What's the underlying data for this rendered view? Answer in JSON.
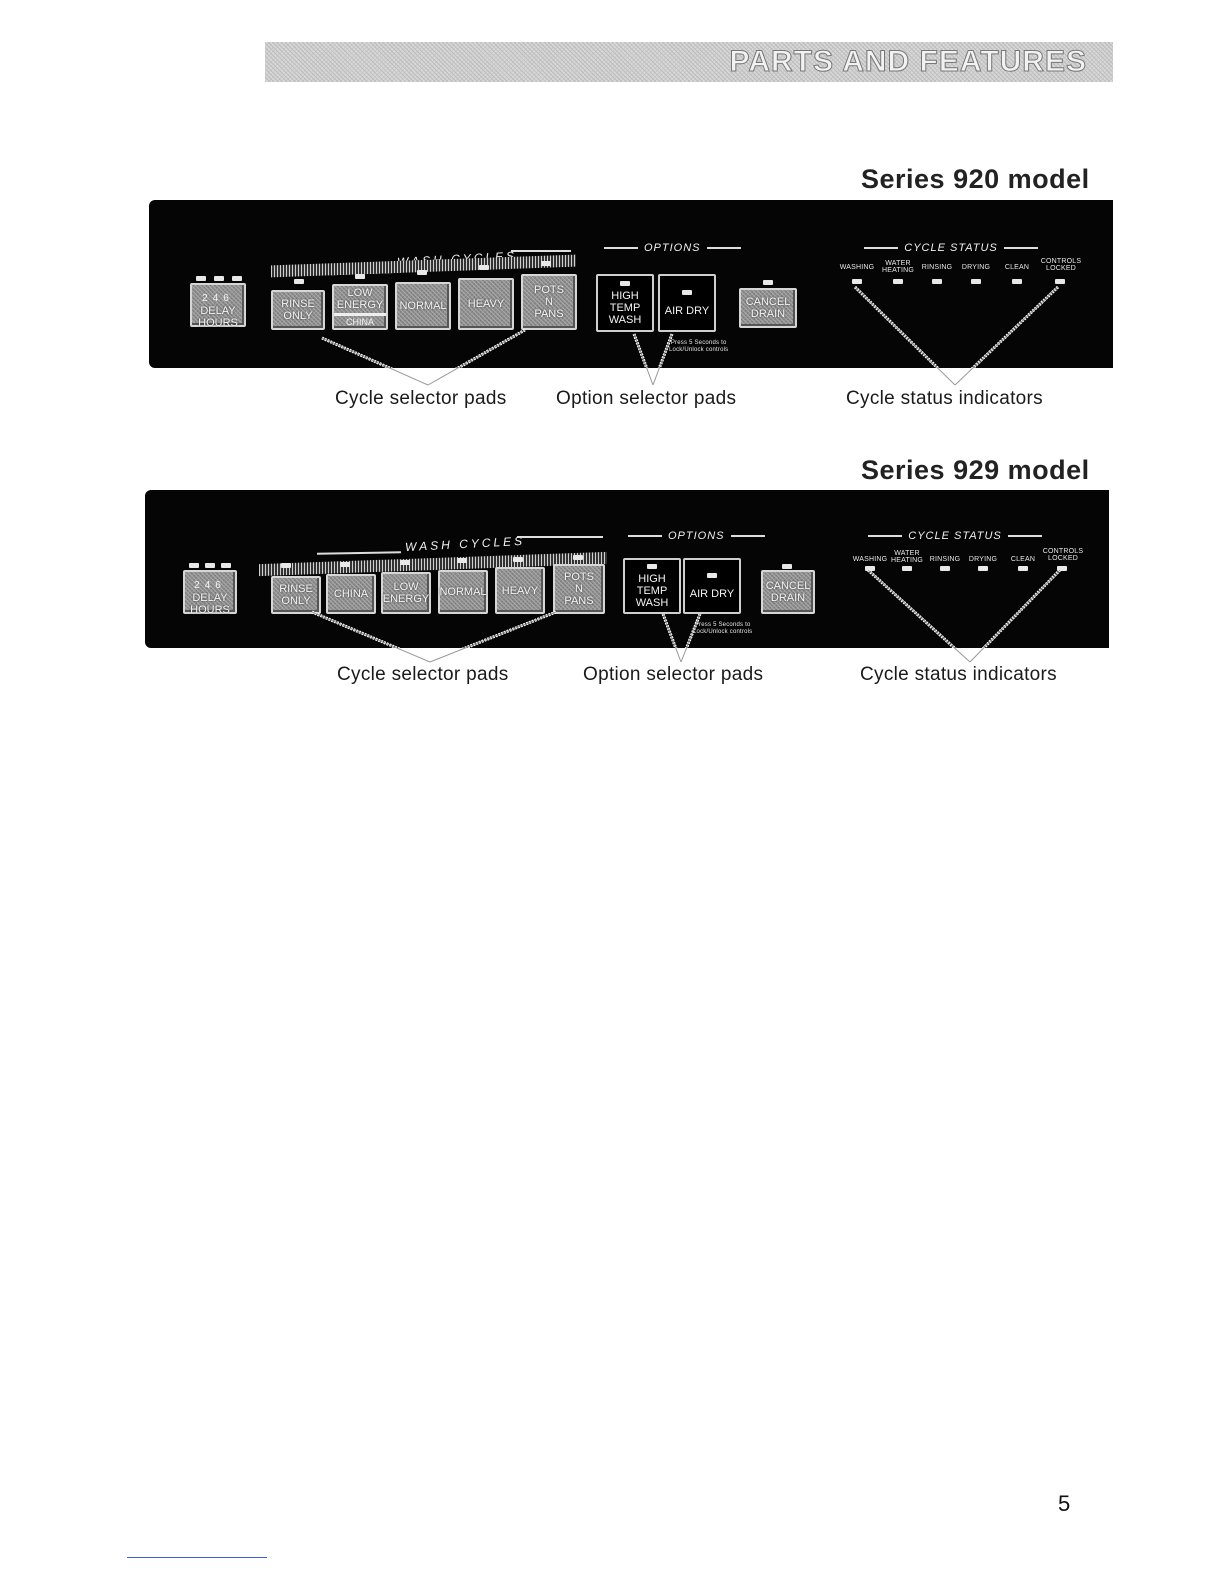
{
  "header": {
    "title": "PARTS AND FEATURES"
  },
  "panels": [
    {
      "model_title": "Series 920 model",
      "delay": {
        "numbers": [
          "2",
          "4",
          "6"
        ],
        "label": "DELAY\nHOURS"
      },
      "wash_cycles_label": "WASH CYCLES",
      "cycle_pads": [
        "RINSE\nONLY",
        "LOW\nENERGY",
        "NORMAL",
        "HEAVY",
        "POTS\nN\nPANS"
      ],
      "cycle_sublabel": "CHINA",
      "options_label": "OPTIONS",
      "option_pads": [
        "HIGH\nTEMP\nWASH",
        "AIR DRY"
      ],
      "options_note": "Press 5 Seconds to\nLock/Unlock controls",
      "cancel_pad": "CANCEL\nDRAIN",
      "cycle_status_label": "CYCLE STATUS",
      "status_indicators": [
        "WASHING",
        "WATER\nHEATING",
        "RINSING",
        "DRYING",
        "CLEAN",
        "CONTROLS\nLOCKED"
      ],
      "callouts": [
        "Cycle selector pads",
        "Option selector pads",
        "Cycle status indicators"
      ]
    },
    {
      "model_title": "Series 929 model",
      "delay": {
        "numbers": [
          "2",
          "4",
          "6"
        ],
        "label": "DELAY\nHOURS"
      },
      "wash_cycles_label": "WASH CYCLES",
      "cycle_pads": [
        "RINSE\nONLY",
        "CHINA",
        "LOW\nENERGY",
        "NORMAL",
        "HEAVY",
        "POTS\nN\nPANS"
      ],
      "options_label": "OPTIONS",
      "option_pads": [
        "HIGH\nTEMP\nWASH",
        "AIR DRY"
      ],
      "options_note": "Press 5 Seconds to\nLock/Unlock controls",
      "cancel_pad": "CANCEL\nDRAIN",
      "cycle_status_label": "CYCLE STATUS",
      "status_indicators": [
        "WASHING",
        "WATER\nHEATING",
        "RINSING",
        "DRYING",
        "CLEAN",
        "CONTROLS\nLOCKED"
      ],
      "callouts": [
        "Cycle selector pads",
        "Option selector pads",
        "Cycle status indicators"
      ]
    }
  ],
  "page_number": "5"
}
